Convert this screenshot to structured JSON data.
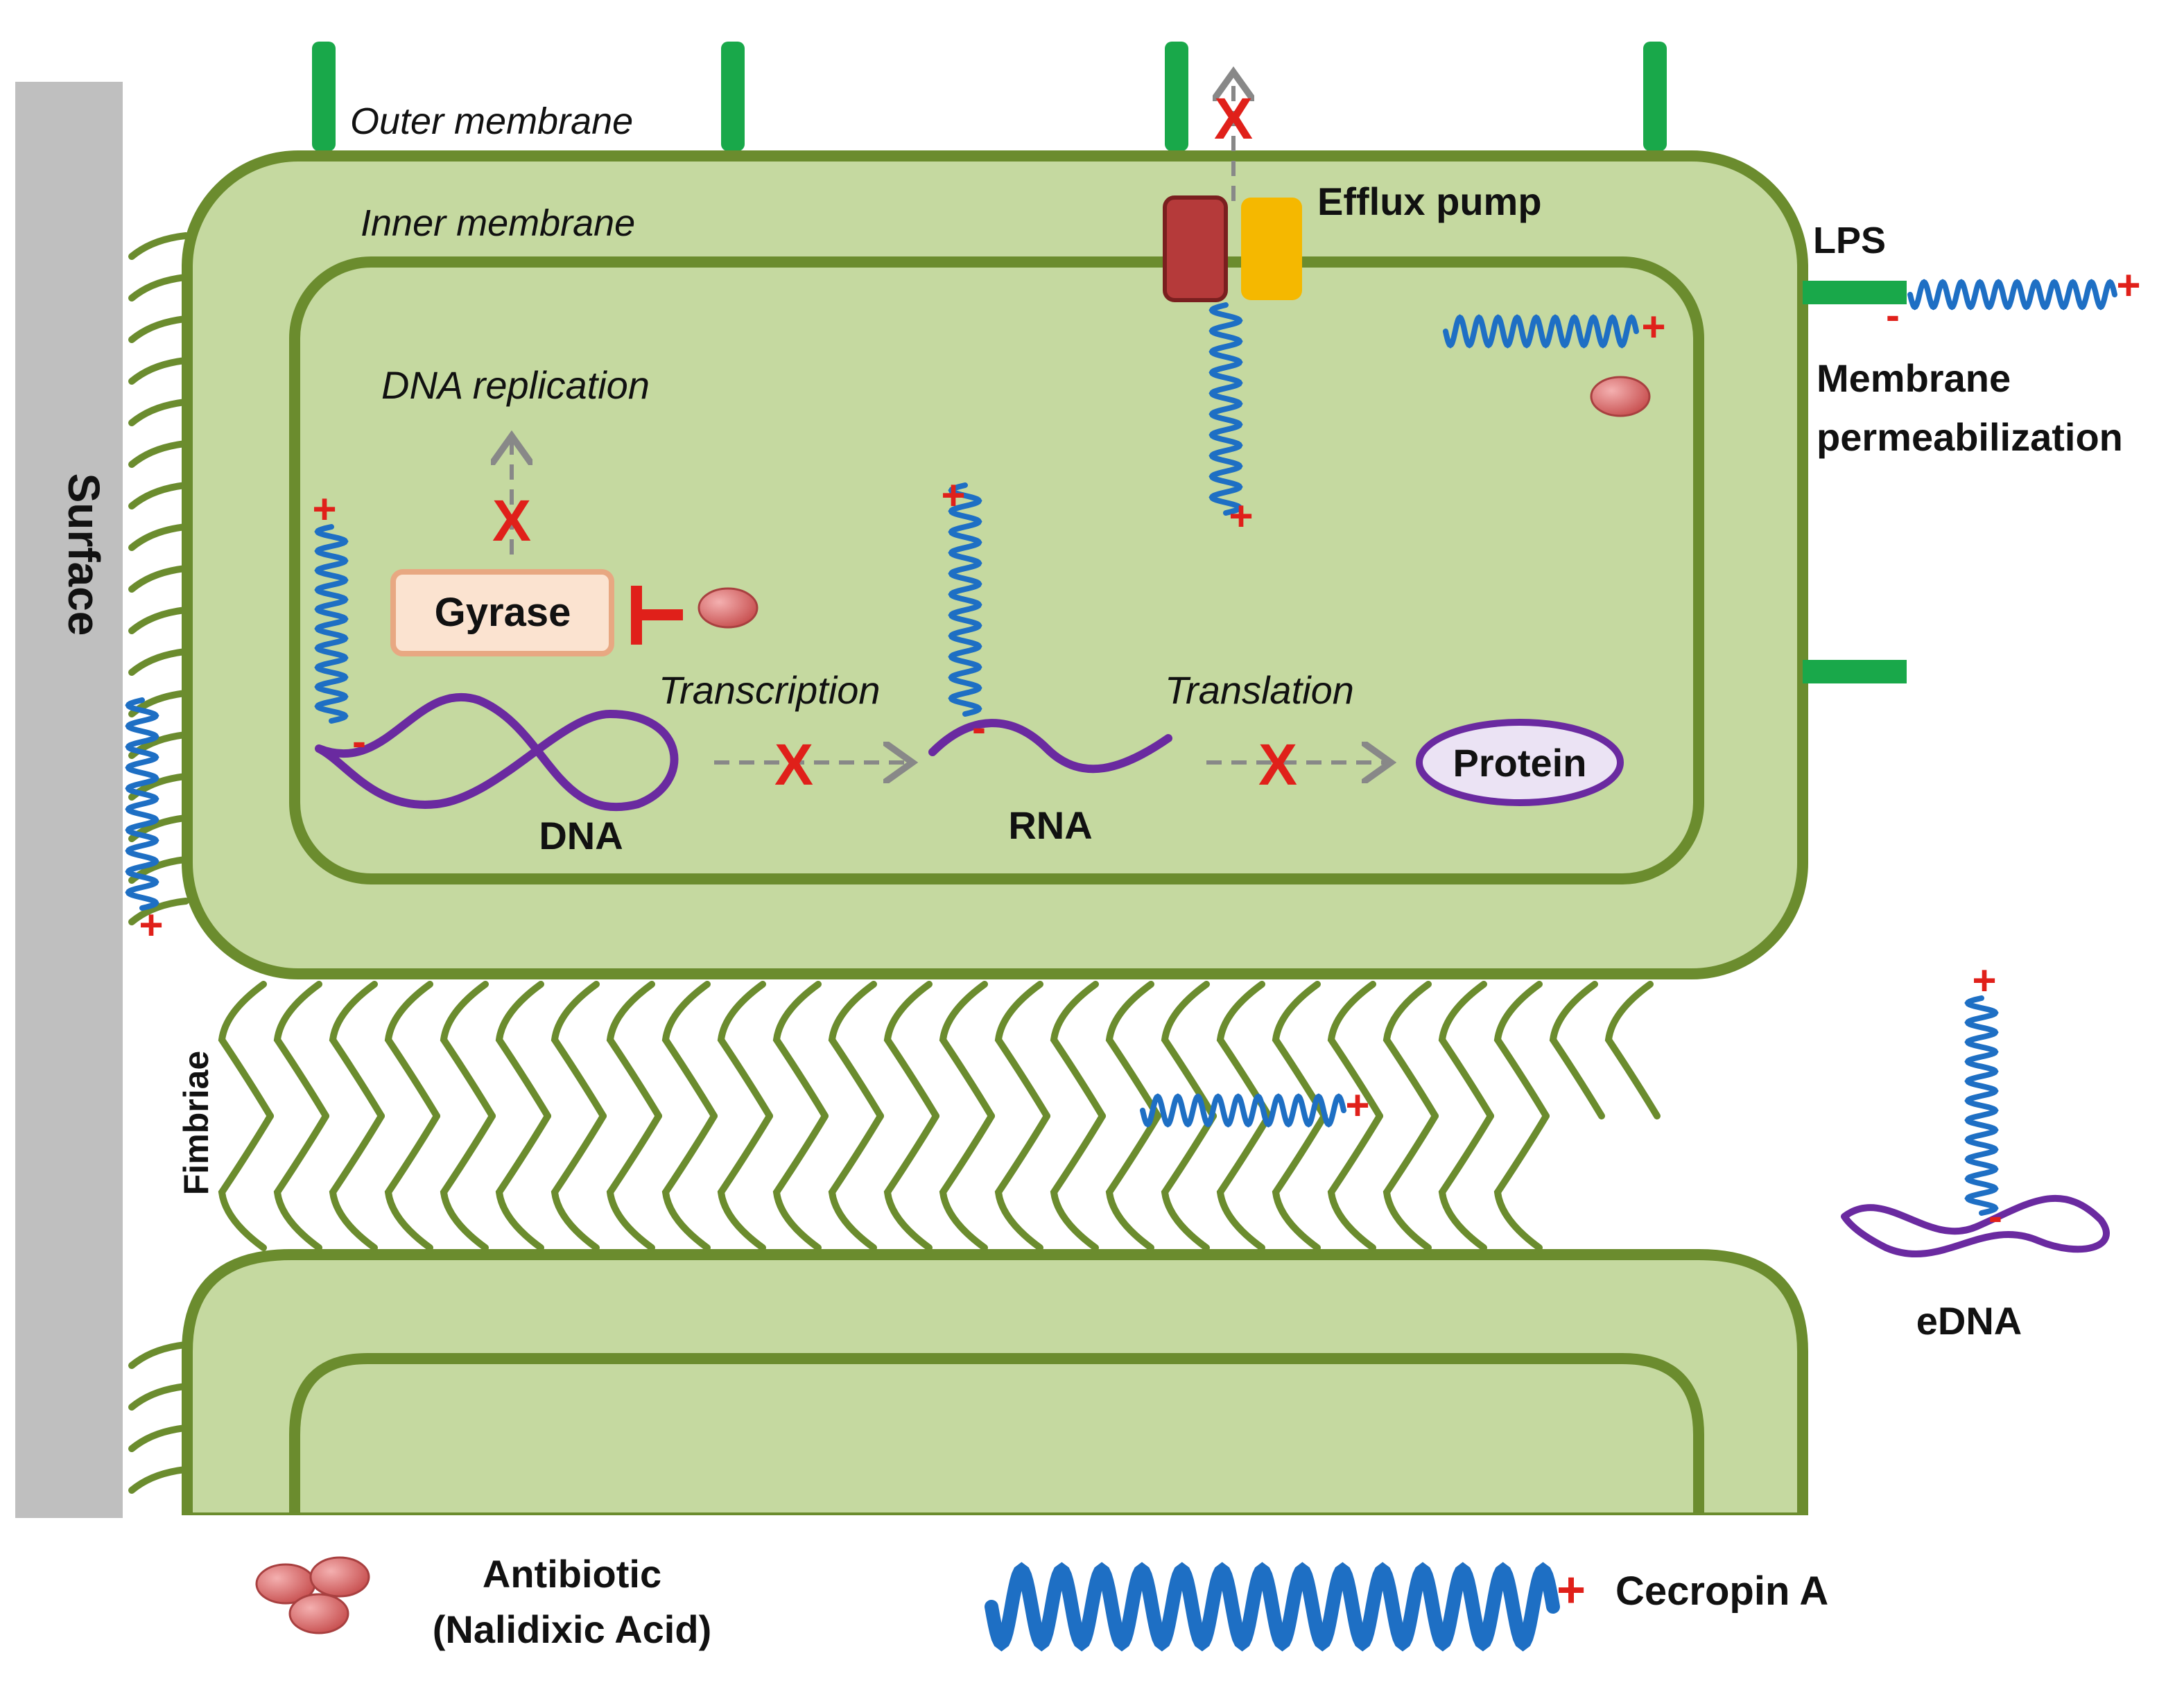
{
  "labels": {
    "surface": "Surface",
    "outer_membrane": "Outer membrane",
    "inner_membrane": "Inner membrane",
    "efflux_pump": "Efflux pump",
    "lps": "LPS",
    "membrane_perm_line1": "Membrane",
    "membrane_perm_line2": "permeabilization",
    "dna_replication": "DNA replication",
    "gyrase": "Gyrase",
    "transcription": "Transcription",
    "translation": "Translation",
    "dna": "DNA",
    "rna": "RNA",
    "protein": "Protein",
    "fimbriae": "Fimbriae",
    "edna": "eDNA"
  },
  "legend": {
    "antibiotic_line1": "Antibiotic",
    "antibiotic_line2": "(Nalidixic Acid)",
    "cecropin": "Cecropin A"
  },
  "symbols": {
    "inhibit": "X",
    "plus": "+",
    "minus": "-"
  },
  "colors": {
    "cell_fill": "#c5d9a0",
    "membrane": "#6b8c2e",
    "surface": "#bfbfbf",
    "porin": "#19a84a",
    "pump_left": "#b53a3a",
    "pump_right": "#f5b800",
    "helix": "#1e6fc4",
    "nucleic_acid": "#6a2aa0",
    "inhibit_x": "#e0201a",
    "antibiotic": "#e07878"
  }
}
